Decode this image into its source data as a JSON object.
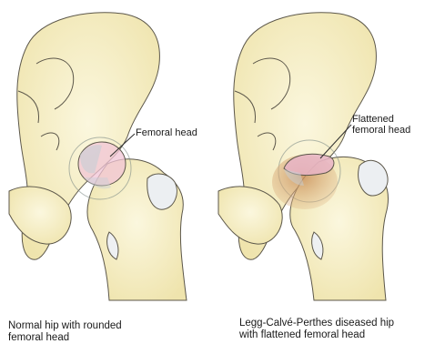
{
  "figure": {
    "left_panel": {
      "pointer_label": "Femoral head",
      "caption_lines": [
        "Normal hip with rounded",
        "femoral head"
      ]
    },
    "right_panel": {
      "pointer_label_lines": [
        "Flattened",
        "femoral head"
      ],
      "caption_lines": [
        "Legg-Calvé-Perthes diseased hip",
        "with flattened femoral head"
      ]
    }
  },
  "colors": {
    "bone": "#f2e9b8",
    "bone_light": "#fbf7de",
    "outline": "#5c574a",
    "normal_head": "#f1c4d6",
    "diseased_head": "#e8b4c7",
    "necrosis": "#c98f5a",
    "joint_gray": "#c7cfd6"
  }
}
